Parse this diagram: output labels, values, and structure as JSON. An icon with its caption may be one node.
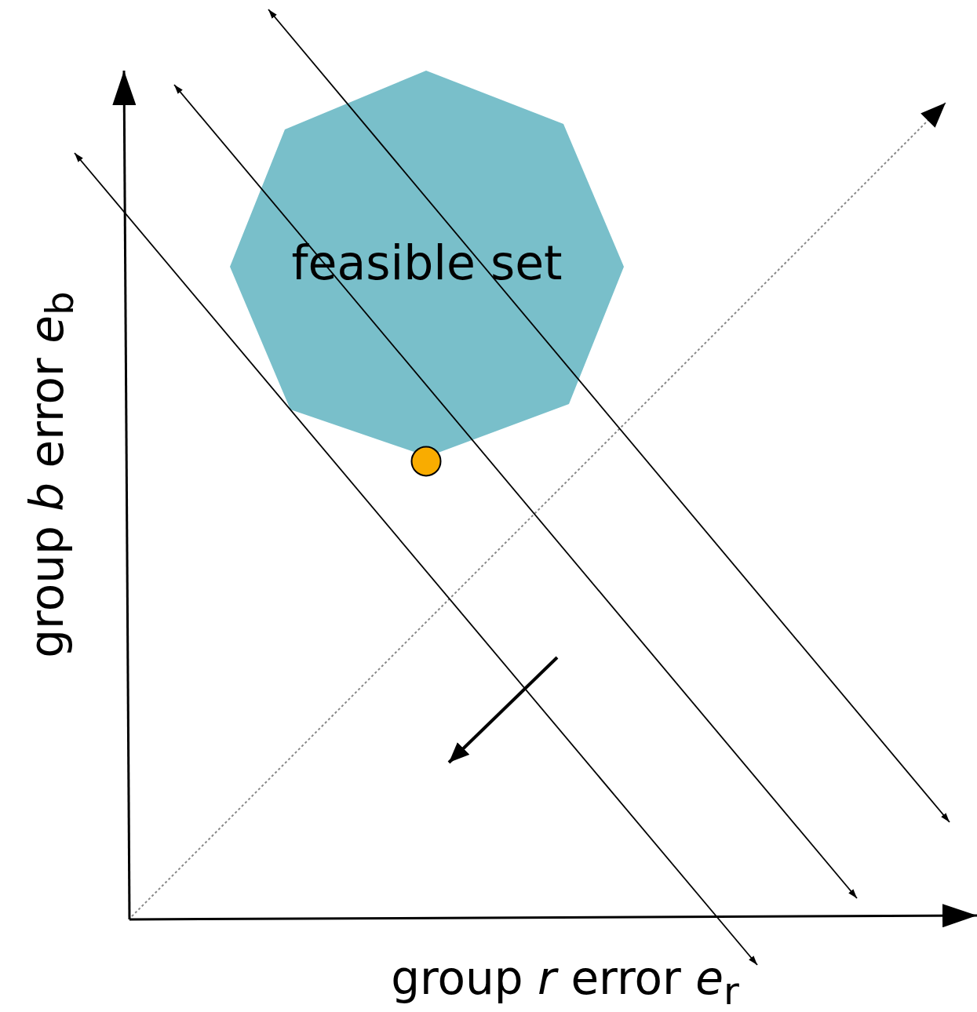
{
  "diagram": {
    "nodes": [
      {
        "text": [
          "feasible set"
        ]
      },
      {
        "text": [],
        "shape": "circle"
      }
    ],
    "edges": [],
    "labels": [
      "group *b* error *e*$_{b}$",
      "group *r* error *e*$_{r}$"
    ]
  }
}
